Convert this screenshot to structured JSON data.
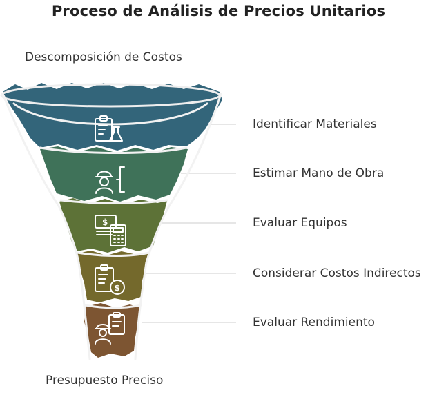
{
  "title": "Proceso de Análisis de Precios Unitarios",
  "top_label": "Descomposición de Costos",
  "bottom_label": "Presupuesto Preciso",
  "colors": {
    "stage1": "#33657a",
    "stage2": "#3f7259",
    "stage3": "#5d7237",
    "stage4": "#74692c",
    "stage5": "#7d5532",
    "outline": "#eeeeee",
    "text": "#333333"
  },
  "stages": [
    {
      "label": "Identificar Materiales",
      "icon": "clipboard-flask-icon"
    },
    {
      "label": "Estimar Mano de Obra",
      "icon": "worker-helmet-icon"
    },
    {
      "label": "Evaluar Equipos",
      "icon": "money-calculator-icon"
    },
    {
      "label": "Considerar Costos Indirectos",
      "icon": "clipboard-dollar-icon"
    },
    {
      "label": "Evaluar Rendimiento",
      "icon": "worker-clipboard-icon"
    }
  ]
}
